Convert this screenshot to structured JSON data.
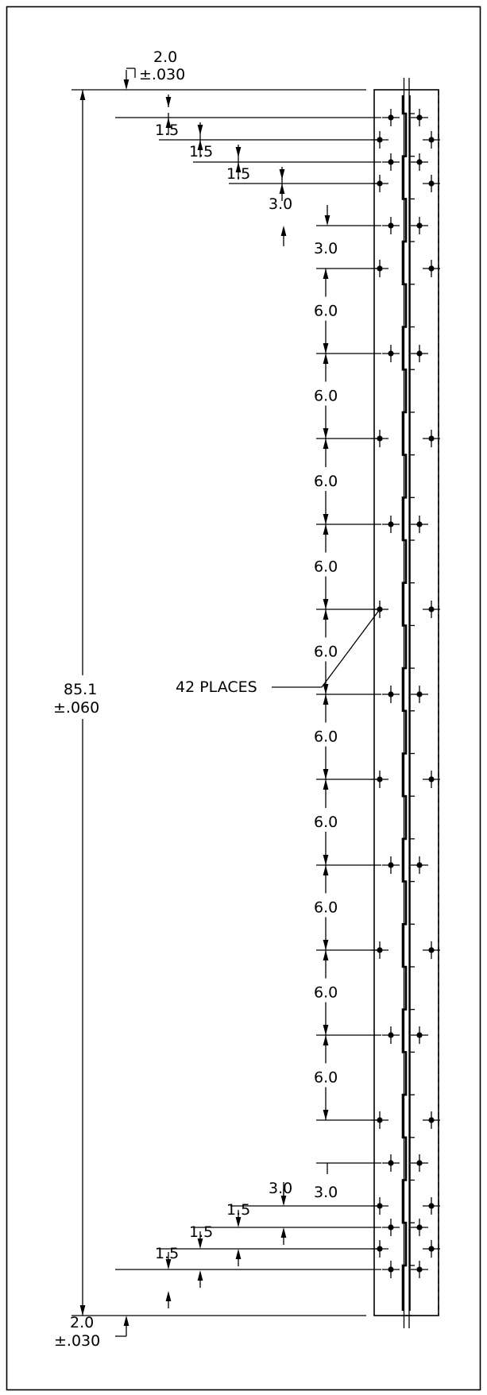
{
  "overall": {
    "value": "85.1",
    "tolerance": "±.060"
  },
  "end_top": {
    "value": "2.0",
    "tolerance": "±.030"
  },
  "end_bottom": {
    "value": "2.0",
    "tolerance": "±.030"
  },
  "hole_callout": "42 PLACES",
  "top_spacings": [
    "1.5",
    "1.5",
    "1.5",
    "3.0"
  ],
  "pitch_spacings": [
    "3.0",
    "6.0",
    "6.0",
    "6.0",
    "6.0",
    "6.0",
    "6.0",
    "6.0",
    "6.0",
    "6.0",
    "6.0",
    "3.0"
  ],
  "bottom_spacings": [
    "3.0",
    "1.5",
    "1.5",
    "1.5"
  ]
}
